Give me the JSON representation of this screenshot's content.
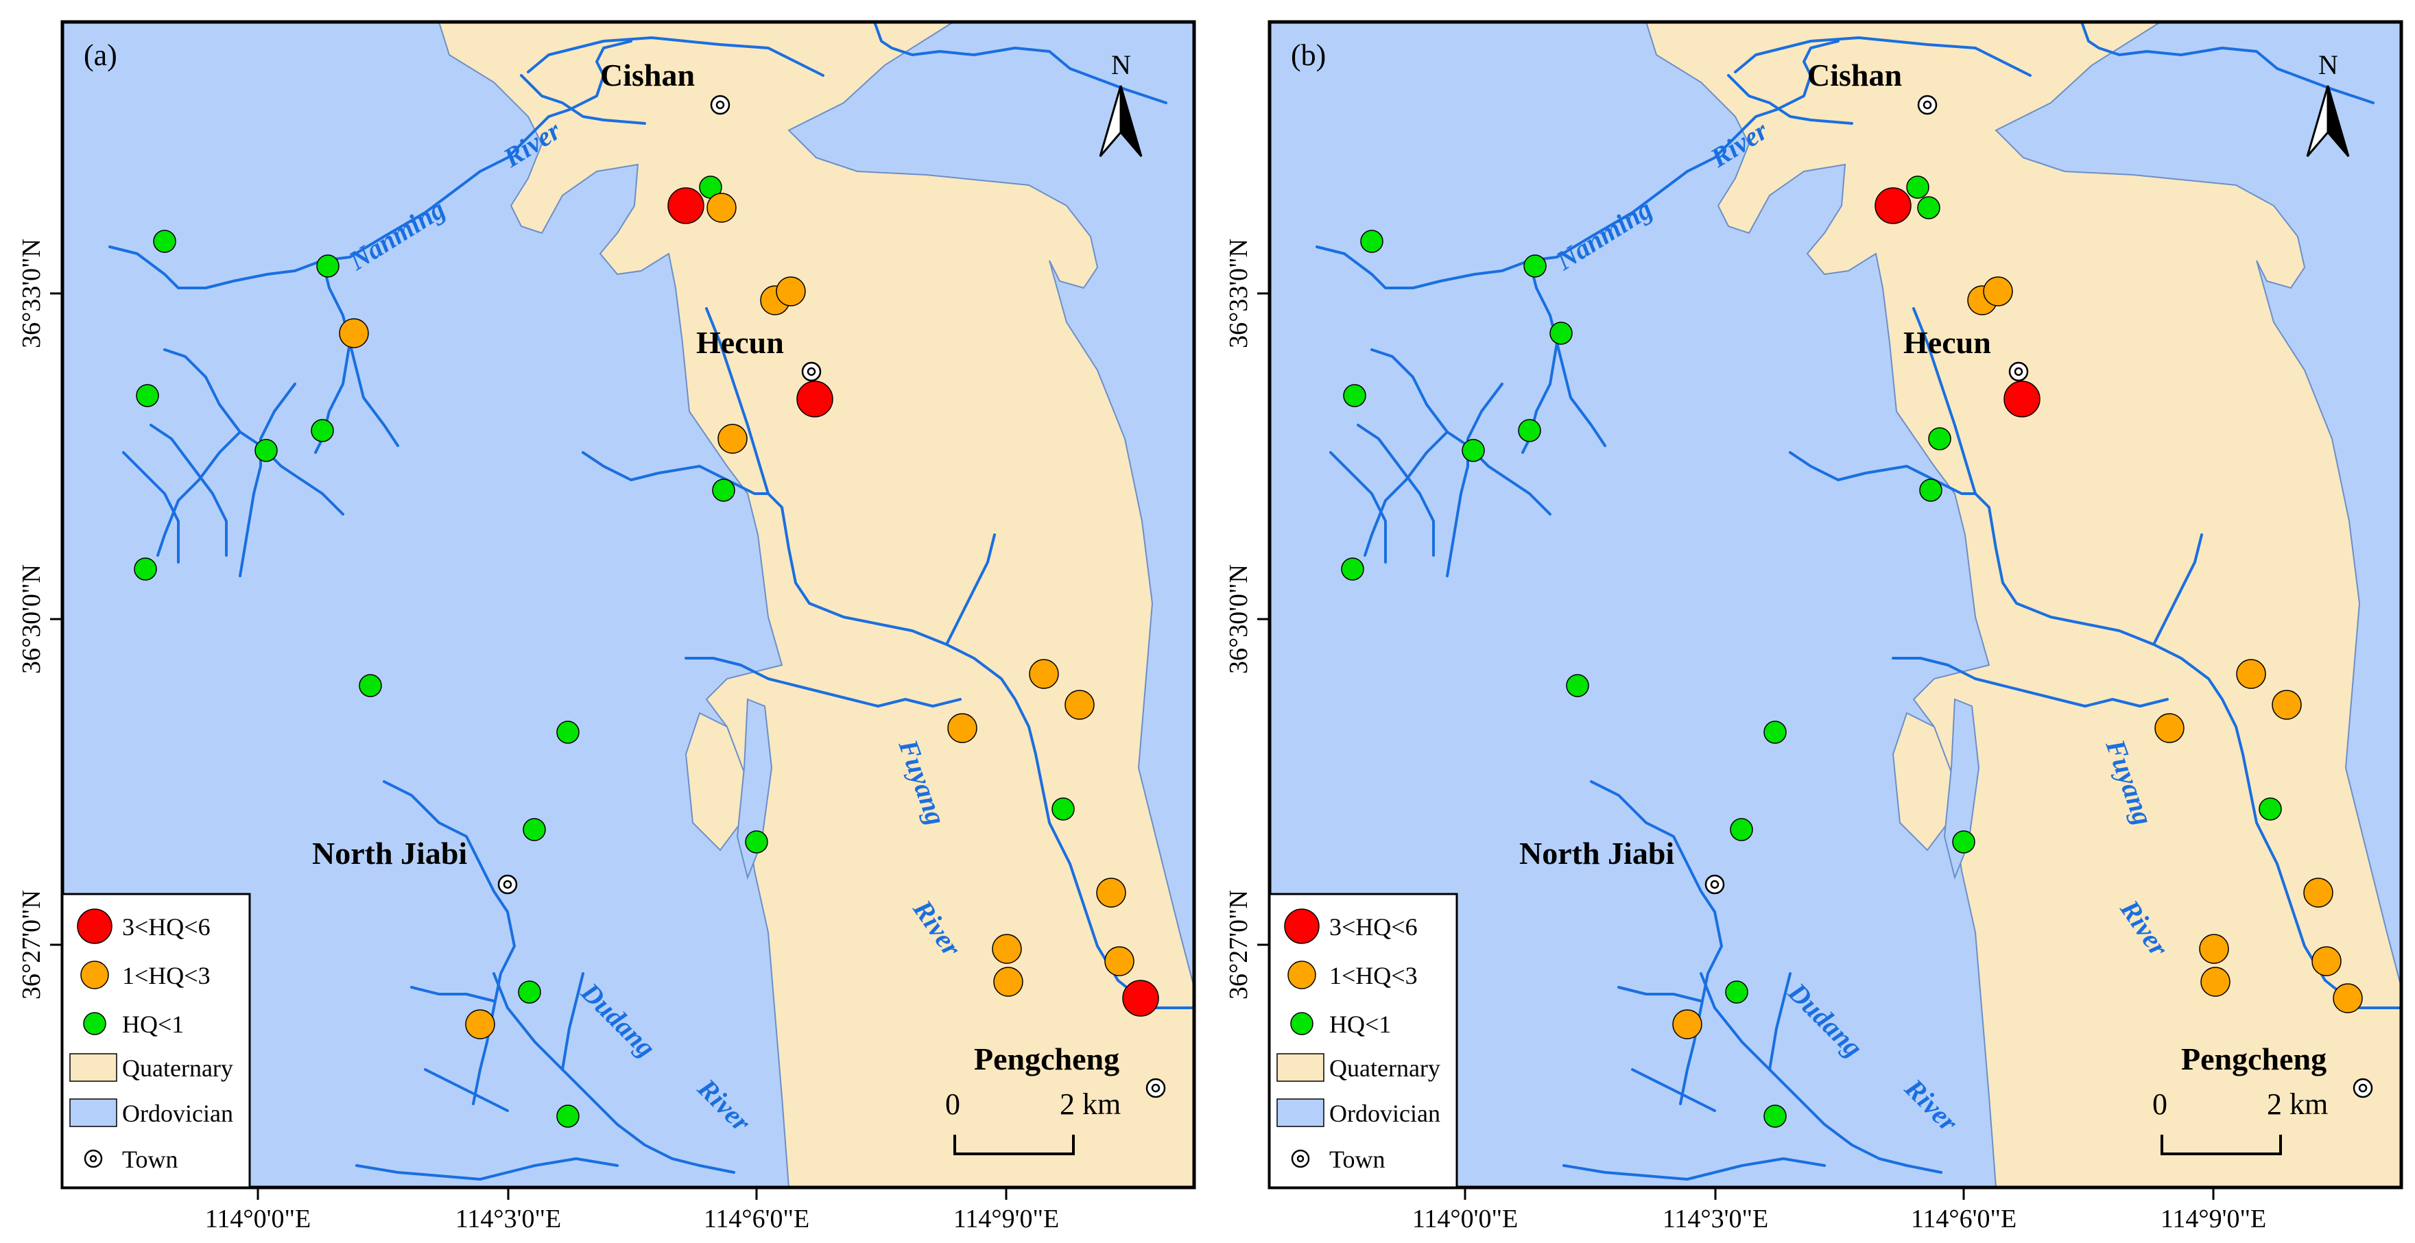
{
  "panels": [
    {
      "id": "a",
      "label": "(a)",
      "towns": {
        "cishan": "Cishan",
        "hecun": "Hecun",
        "north_jiabi": "North Jiabi",
        "pengcheng": "Pengcheng"
      },
      "rivers": {
        "nanming": "Nanming",
        "river_1": "River",
        "fuyang": "Fuyang",
        "river_2": "River",
        "dudang": "Dudang",
        "river_3": "River"
      },
      "points": [
        {
          "cls": "high",
          "loc": "upper-left cluster"
        },
        {
          "cls": "low",
          "loc": "upper-left cluster"
        },
        {
          "cls": "mid",
          "loc": "upper-left cluster"
        },
        {
          "cls": "mid",
          "loc": "near Hecun"
        },
        {
          "cls": "mid",
          "loc": "near Hecun"
        },
        {
          "cls": "high",
          "loc": "Hecun"
        },
        {
          "cls": "mid",
          "loc": "below Hecun"
        },
        {
          "cls": "low",
          "loc": "below Hecun"
        },
        {
          "cls": "low",
          "loc": "west"
        },
        {
          "cls": "low",
          "loc": "west"
        },
        {
          "cls": "mid",
          "loc": "west"
        },
        {
          "cls": "low",
          "loc": "west"
        },
        {
          "cls": "low",
          "loc": "west"
        },
        {
          "cls": "low",
          "loc": "west"
        },
        {
          "cls": "low",
          "loc": "west"
        },
        {
          "cls": "low",
          "loc": "center"
        },
        {
          "cls": "low",
          "loc": "center"
        },
        {
          "cls": "low",
          "loc": "center"
        },
        {
          "cls": "low",
          "loc": "center"
        },
        {
          "cls": "mid",
          "loc": "southeast"
        },
        {
          "cls": "mid",
          "loc": "southeast"
        },
        {
          "cls": "mid",
          "loc": "southeast"
        },
        {
          "cls": "low",
          "loc": "southeast"
        },
        {
          "cls": "mid",
          "loc": "southeast"
        },
        {
          "cls": "mid",
          "loc": "southeast"
        },
        {
          "cls": "mid",
          "loc": "southeast"
        },
        {
          "cls": "mid",
          "loc": "southeast"
        },
        {
          "cls": "high",
          "loc": "southeast"
        },
        {
          "cls": "mid",
          "loc": "south"
        },
        {
          "cls": "low",
          "loc": "south"
        },
        {
          "cls": "low",
          "loc": "south"
        }
      ]
    },
    {
      "id": "b",
      "label": "(b)",
      "towns": {
        "cishan": "Cishan",
        "hecun": "Hecun",
        "north_jiabi": "North Jiabi",
        "pengcheng": "Pengcheng"
      },
      "rivers": {
        "nanming": "Nanming",
        "river_1": "River",
        "fuyang": "Fuyang",
        "river_2": "River",
        "dudang": "Dudang",
        "river_3": "River"
      },
      "points": [
        {
          "cls": "high",
          "loc": "upper-left cluster"
        },
        {
          "cls": "low",
          "loc": "upper-left cluster"
        },
        {
          "cls": "low",
          "loc": "upper-left cluster"
        },
        {
          "cls": "mid",
          "loc": "near Hecun"
        },
        {
          "cls": "mid",
          "loc": "near Hecun"
        },
        {
          "cls": "high",
          "loc": "Hecun"
        },
        {
          "cls": "low",
          "loc": "below Hecun"
        },
        {
          "cls": "low",
          "loc": "below Hecun"
        },
        {
          "cls": "low",
          "loc": "west"
        },
        {
          "cls": "low",
          "loc": "west"
        },
        {
          "cls": "low",
          "loc": "west"
        },
        {
          "cls": "low",
          "loc": "west"
        },
        {
          "cls": "low",
          "loc": "west"
        },
        {
          "cls": "low",
          "loc": "west"
        },
        {
          "cls": "low",
          "loc": "west"
        },
        {
          "cls": "low",
          "loc": "center"
        },
        {
          "cls": "low",
          "loc": "center"
        },
        {
          "cls": "low",
          "loc": "center"
        },
        {
          "cls": "low",
          "loc": "center"
        },
        {
          "cls": "mid",
          "loc": "southeast"
        },
        {
          "cls": "mid",
          "loc": "southeast"
        },
        {
          "cls": "mid",
          "loc": "southeast"
        },
        {
          "cls": "low",
          "loc": "southeast"
        },
        {
          "cls": "mid",
          "loc": "southeast"
        },
        {
          "cls": "mid",
          "loc": "southeast"
        },
        {
          "cls": "mid",
          "loc": "southeast"
        },
        {
          "cls": "mid",
          "loc": "southeast"
        },
        {
          "cls": "mid",
          "loc": "southeast"
        },
        {
          "cls": "mid",
          "loc": "south"
        },
        {
          "cls": "low",
          "loc": "south"
        },
        {
          "cls": "low",
          "loc": "south"
        }
      ]
    }
  ],
  "north_label": "N",
  "scale": {
    "zero": "0",
    "max": "2 km"
  },
  "legend": [
    {
      "key": "high",
      "label": "3<HQ<6",
      "color": "#ff0000"
    },
    {
      "key": "mid",
      "label": "1<HQ<3",
      "color": "#ffa500"
    },
    {
      "key": "low",
      "label": "HQ<1",
      "color": "#00e400"
    },
    {
      "key": "quaternary",
      "label": "Quaternary",
      "color": "#fae8c0"
    },
    {
      "key": "ordovician",
      "label": "Ordovician",
      "color": "#b4d0fa"
    },
    {
      "key": "town",
      "label": "Town"
    }
  ],
  "axes": {
    "x_ticks": [
      "114°0'0\"E",
      "114°3'0\"E",
      "114°6'0\"E",
      "114°9'0\"E"
    ],
    "y_ticks": [
      "36°33'0\"N",
      "36°30'0\"N",
      "36°27'0\"N"
    ]
  },
  "colors": {
    "water": "#b4d0fa",
    "land": "#fae8c0",
    "river": "#1a6fe0",
    "label_river": "#1a6fe0"
  }
}
